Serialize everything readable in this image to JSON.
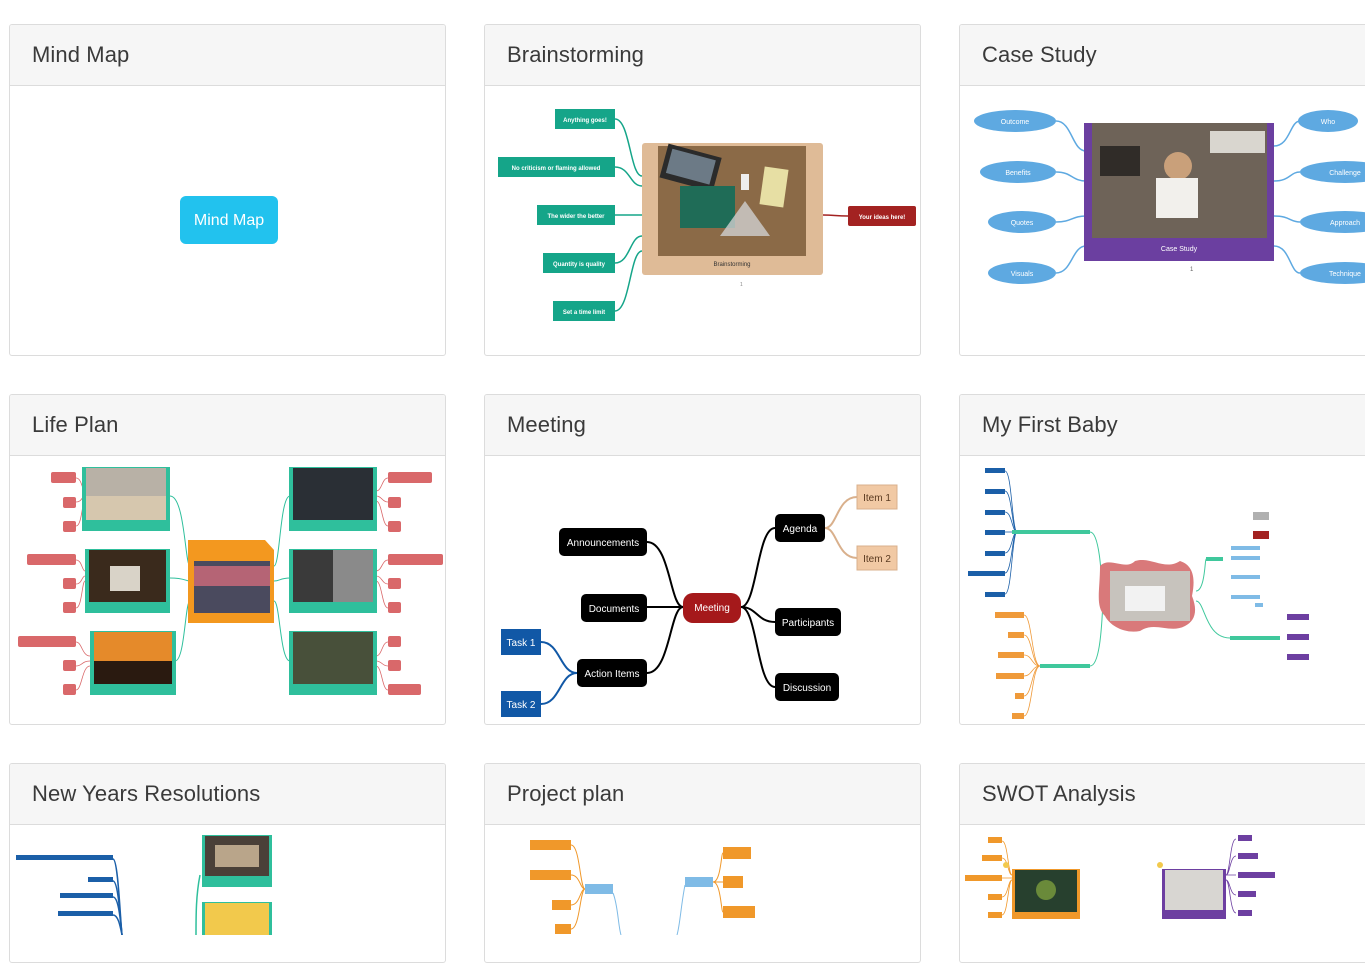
{
  "templates": [
    {
      "title": "Mind Map",
      "thumbnail": {
        "center": "Mind Map"
      }
    },
    {
      "title": "Brainstorming",
      "thumbnail": {
        "center": "Brainstorming",
        "left_nodes": [
          "Anything goes!",
          "No criticism or flaming allowed",
          "The wider the better",
          "Quantity is quality",
          "Set a time limit"
        ],
        "right_nodes": [
          "Your ideas here!"
        ],
        "link_count": "1"
      }
    },
    {
      "title": "Case Study",
      "thumbnail": {
        "center": "Case Study",
        "left_nodes": [
          "Outcome",
          "Benefits",
          "Quotes",
          "Visuals"
        ],
        "right_nodes": [
          "Who",
          "Challenge",
          "Approach",
          "Technique"
        ],
        "link_count": "1"
      }
    },
    {
      "title": "Life Plan",
      "thumbnail": {}
    },
    {
      "title": "Meeting",
      "thumbnail": {
        "center": "Meeting",
        "nodes": [
          "Announcements",
          "Documents",
          "Action Items",
          "Task 1",
          "Task 2",
          "Agenda",
          "Item 1",
          "Item 2",
          "Participants",
          "Discussion"
        ]
      }
    },
    {
      "title": "My First Baby",
      "thumbnail": {}
    },
    {
      "title": "New Years Resolutions",
      "thumbnail": {}
    },
    {
      "title": "Project plan",
      "thumbnail": {}
    },
    {
      "title": "SWOT Analysis",
      "thumbnail": {}
    }
  ],
  "colors": {
    "header_bg": "#f6f6f6",
    "card_border": "#dcdcdc",
    "title_text": "#3a3a3a",
    "mindmap_node": "#22c2ee",
    "brainstorm_green": "#15a589",
    "brainstorm_red": "#a32221",
    "case_study_blue": "#5ea9e1",
    "case_study_purple": "#6b3fa0",
    "lifeplan_teal": "#2fbf9c",
    "lifeplan_orange": "#f3981f",
    "lifeplan_pink": "#d9686a",
    "meeting_black": "#000000",
    "meeting_red": "#a5191b",
    "meeting_blue": "#1158a6",
    "meeting_tan": "#f1c9a4",
    "baby_blue": "#1b5fa8",
    "baby_green": "#3fc89c",
    "baby_orange": "#ef9a3a",
    "baby_purple": "#6d3fa1",
    "baby_pink": "#d9797a",
    "project_orange": "#f0982a",
    "project_blue": "#7fbbe6"
  }
}
